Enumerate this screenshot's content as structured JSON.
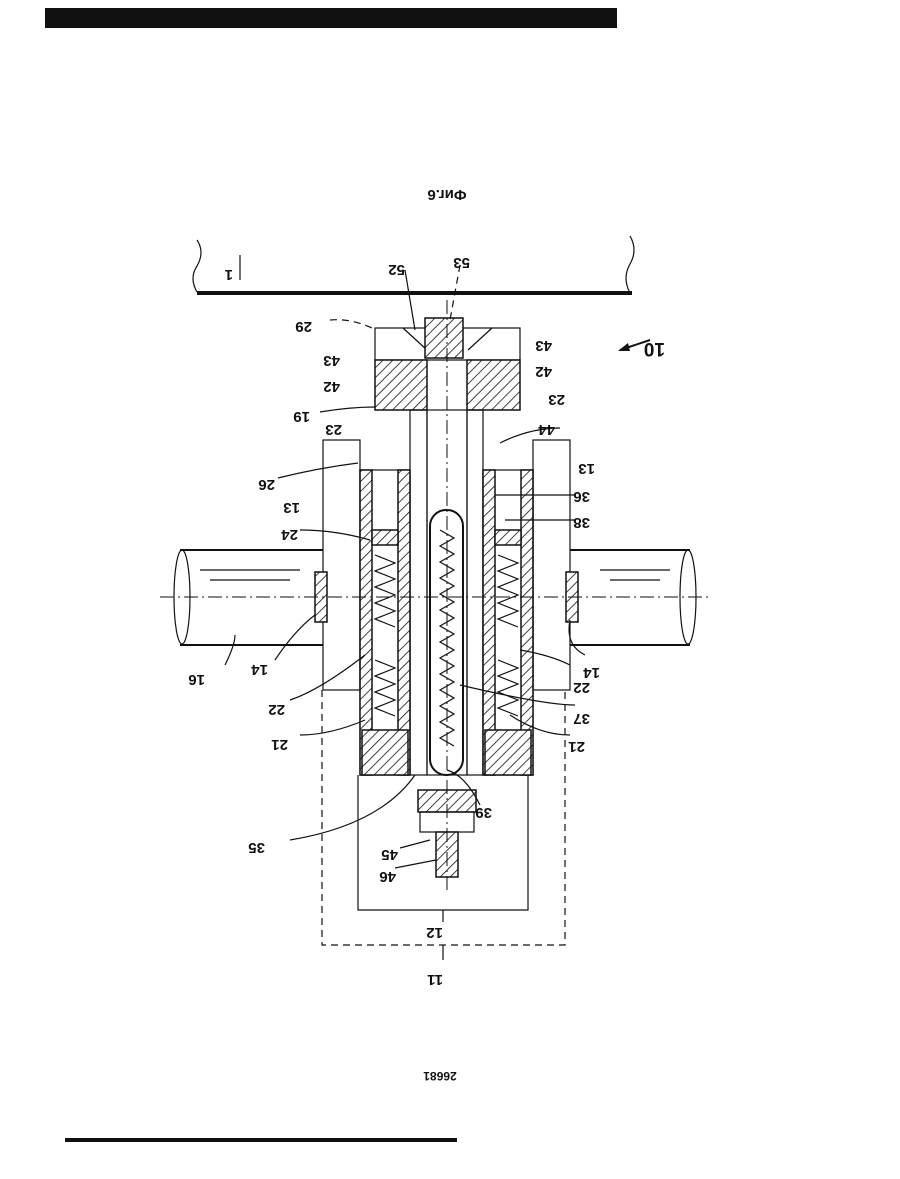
{
  "figure": {
    "title": "Фиг.6",
    "page_number": "26681"
  },
  "labels": {
    "l10": "10",
    "l11": "11",
    "l12": "12",
    "l13a": "13",
    "l13b": "13",
    "l14a": "14",
    "l14b": "14",
    "l16": "16",
    "l19": "19",
    "l21a": "21",
    "l21b": "21",
    "l22a": "22",
    "l22b": "22",
    "l23a": "23",
    "l23b": "23",
    "l24": "24",
    "l26": "26",
    "l29": "29",
    "l35": "35",
    "l36": "36",
    "l37": "37",
    "l38": "38",
    "l39": "39",
    "l42a": "42",
    "l42b": "42",
    "l43a": "43",
    "l43b": "43",
    "l44": "44",
    "l45": "45",
    "l46": "46",
    "l52": "52",
    "l53": "53",
    "l1": "1"
  }
}
